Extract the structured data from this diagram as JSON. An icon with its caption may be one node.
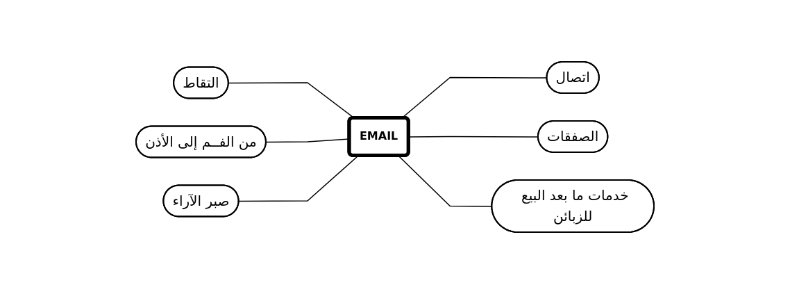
{
  "diagram": {
    "nodes": [
      {
        "text": [
          "التقاط"
        ]
      },
      {
        "text": [
          "اتصال"
        ]
      },
      {
        "text": [
          "من الفــم إلى الأذن"
        ]
      },
      {
        "text": [
          "EMAIL"
        ]
      },
      {
        "text": [
          "الصفقات"
        ]
      },
      {
        "text": [
          "صبر الآراء"
        ]
      },
      {
        "text": [
          "خدمات ما بعد البيع للزبائن"
        ]
      }
    ],
    "edges": [
      {
        "from": 0,
        "to": 3,
        "arrow": "none"
      },
      {
        "from": 2,
        "to": 3,
        "arrow": "none"
      },
      {
        "from": 5,
        "to": 3,
        "arrow": "none"
      },
      {
        "from": 3,
        "to": 1,
        "arrow": "none"
      },
      {
        "from": 3,
        "to": 4,
        "arrow": "none"
      },
      {
        "from": 3,
        "to": 6,
        "arrow": "none"
      }
    ]
  }
}
